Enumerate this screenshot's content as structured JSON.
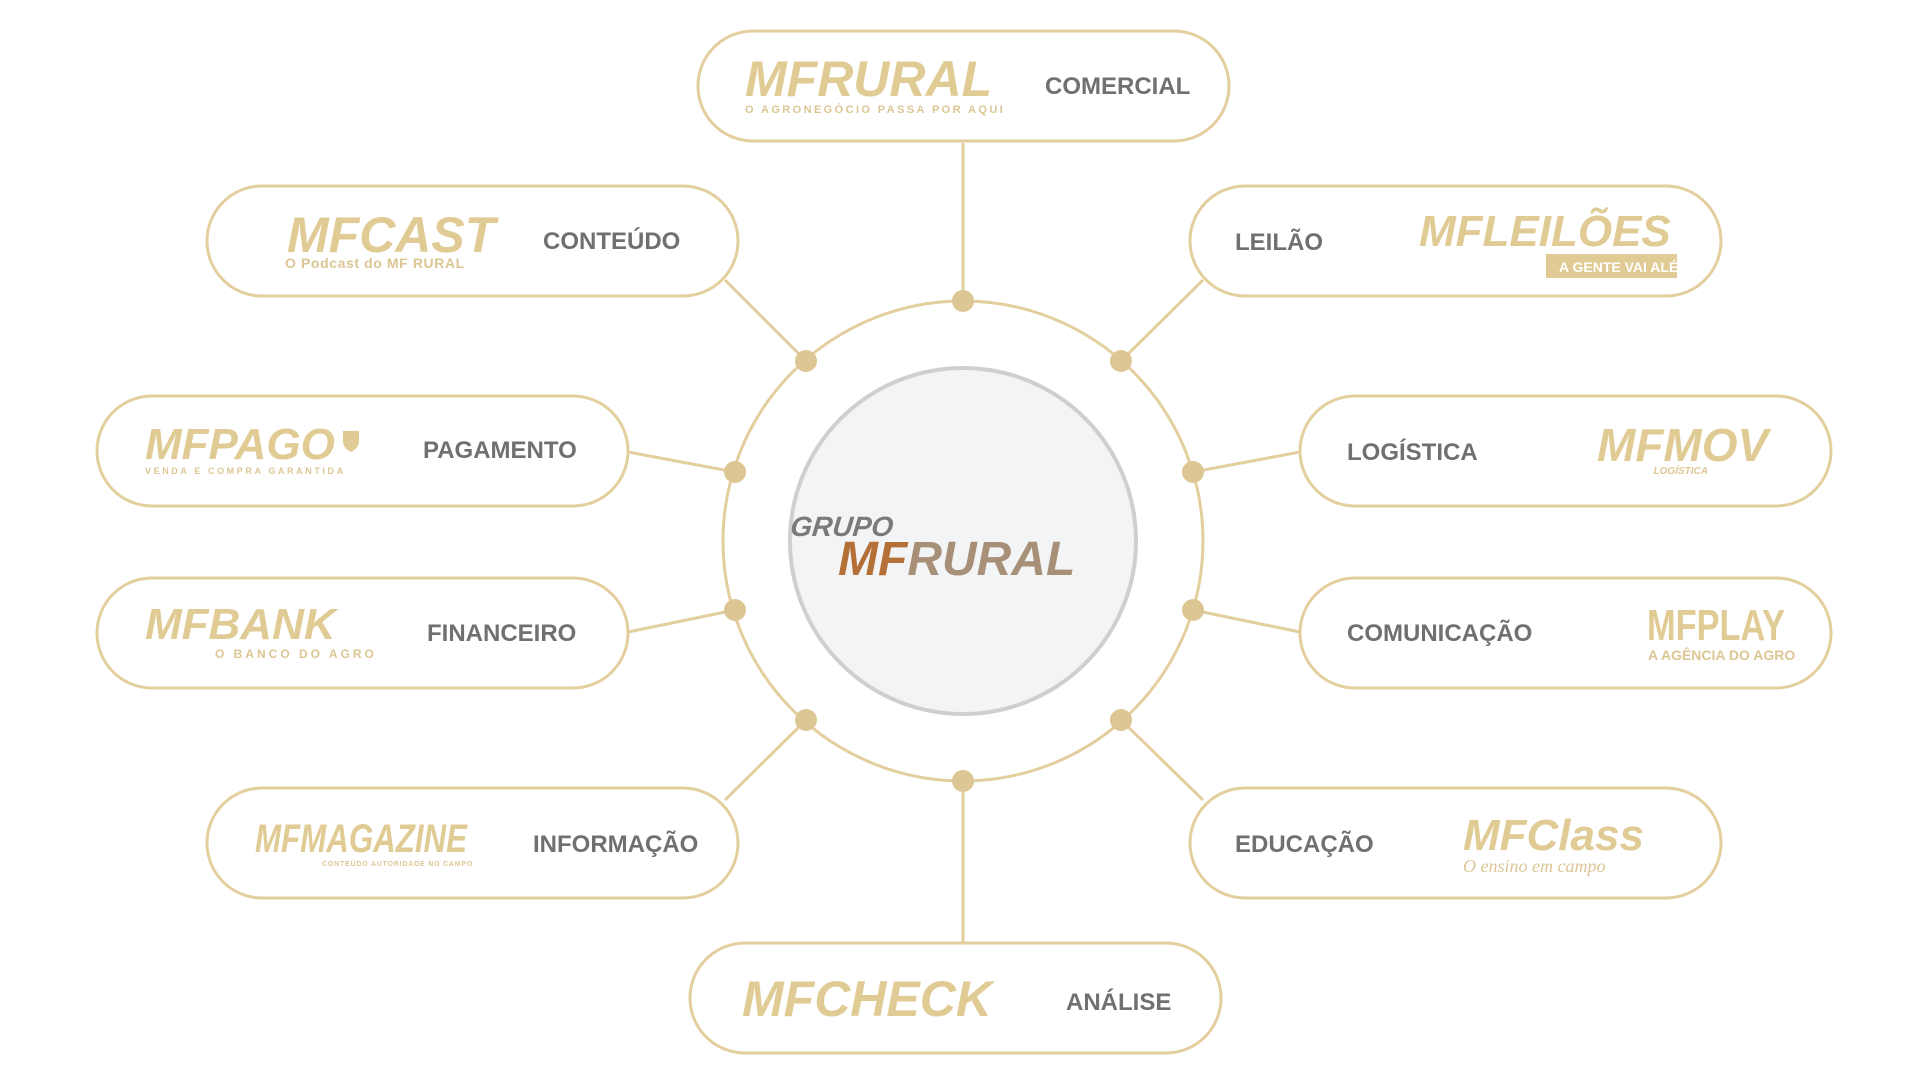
{
  "center": {
    "label_top": "GRUPO",
    "label_main": "MFRURAL",
    "colors": {
      "grupo": "#7a7a7a",
      "mf": "#b57038",
      "rural": "#a89078"
    }
  },
  "colors": {
    "gold": "#e3cf9e",
    "category_text": "#707070",
    "center_fill": "#f3f4f6",
    "center_stroke": "#cfcfcf"
  },
  "units": [
    {
      "id": "mfrural",
      "logo": "MFRURAL",
      "tagline": "O AGRONEGÓCIO PASSA POR AQUI",
      "category": "COMERCIAL"
    },
    {
      "id": "mfcast",
      "logo": "MFCAST",
      "tagline": "O Podcast do MF RURAL",
      "category": "CONTEÚDO"
    },
    {
      "id": "mfleiloes",
      "logo": "MFLEILÕES",
      "tagline": "A GENTE VAI ALÉM",
      "category": "LEILÃO"
    },
    {
      "id": "mfpago",
      "logo": "MFPAGO",
      "tagline": "VENDA E COMPRA GARANTIDA",
      "category": "PAGAMENTO"
    },
    {
      "id": "mfmov",
      "logo": "MFMOV",
      "tagline": "LOGÍSTICA",
      "category": "LOGÍSTICA"
    },
    {
      "id": "mfbank",
      "logo": "MFBANK",
      "tagline": "O BANCO DO AGRO",
      "category": "FINANCEIRO"
    },
    {
      "id": "mfplay",
      "logo": "MFPLAY",
      "tagline": "A AGÊNCIA DO AGRO",
      "category": "COMUNICAÇÃO"
    },
    {
      "id": "mfmagazine",
      "logo": "MFMAGAZINE",
      "tagline": "CONTEÚDO AUTORIDADE NO CAMPO",
      "category": "INFORMAÇÃO"
    },
    {
      "id": "mfclass",
      "logo": "MFClass",
      "tagline": "O ensino em campo",
      "category": "EDUCAÇÃO"
    },
    {
      "id": "mfcheck",
      "logo": "MFCHECK",
      "tagline": "",
      "category": "ANÁLISE"
    }
  ]
}
